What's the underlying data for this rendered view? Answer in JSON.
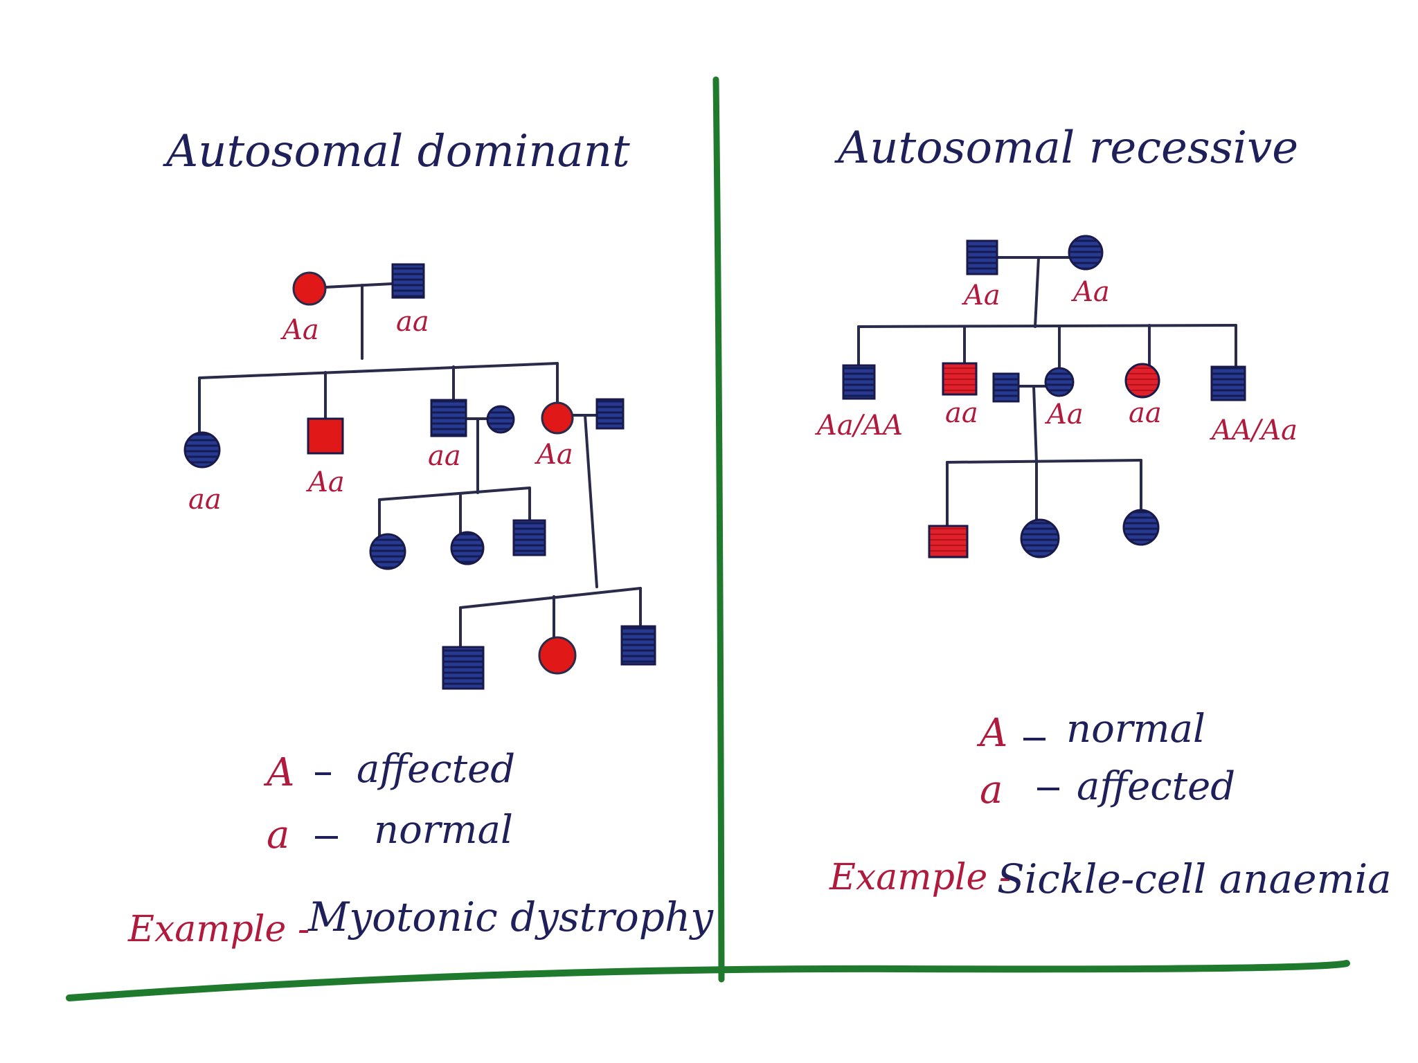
{
  "colors": {
    "ink": "#1f1f5a",
    "navy": "#1f2a7a",
    "red": "#d81b1b",
    "crimson": "#b01a3c",
    "green": "#1f7a2e"
  },
  "left_panel": {
    "title": "Autosomal dominant",
    "generation1": {
      "mother_genotype": "Aa",
      "father_genotype": "aa"
    },
    "generation2": [
      {
        "sex": "female",
        "status": "unaffected",
        "genotype": "aa"
      },
      {
        "sex": "male",
        "status": "affected",
        "genotype": "Aa"
      },
      {
        "sex": "male",
        "status": "unaffected",
        "genotype": "aa"
      },
      {
        "sex": "female",
        "status": "affected",
        "genotype": "Aa"
      }
    ],
    "legend": [
      {
        "letter": "A",
        "meaning": "affected"
      },
      {
        "letter": "a",
        "meaning": "normal"
      }
    ],
    "example_label": "Example -",
    "example_value": "Myotonic dystrophy"
  },
  "right_panel": {
    "title": "Autosomal recessive",
    "generation1": {
      "father_genotype": "Aa",
      "mother_genotype": "Aa"
    },
    "generation2": [
      {
        "sex": "male",
        "status": "unaffected",
        "genotype": "Aa/AA"
      },
      {
        "sex": "male",
        "status": "affected",
        "genotype": "aa"
      },
      {
        "sex": "female",
        "status": "unaffected",
        "genotype": "Aa"
      },
      {
        "sex": "female",
        "status": "affected",
        "genotype": "aa"
      },
      {
        "sex": "male",
        "status": "unaffected",
        "genotype": "AA/Aa"
      }
    ],
    "legend": [
      {
        "letter": "A",
        "meaning": "normal"
      },
      {
        "letter": "a",
        "meaning": "affected"
      }
    ],
    "example_label": "Example -",
    "example_value": "Sickle-cell anaemia"
  }
}
